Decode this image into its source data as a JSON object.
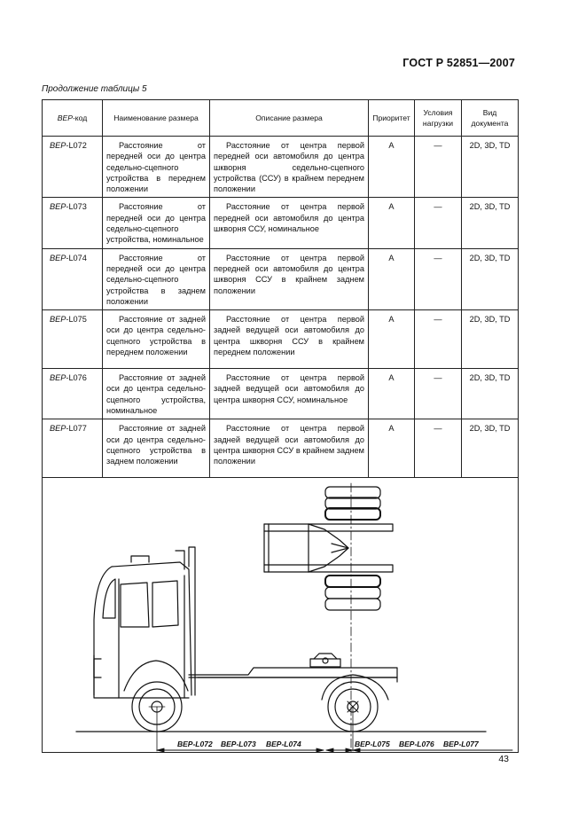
{
  "header": {
    "standard": "ГОСТ Р 52851—2007"
  },
  "caption": "Продолжение таблицы 5",
  "table": {
    "columns": {
      "code_prefix": "BEP",
      "code_suffix": "-код",
      "name": "Наименование размера",
      "description": "Описание размера",
      "priority": "Приоритет",
      "load": "Условия нагрузки",
      "doc": "Вид документа"
    },
    "rows": [
      {
        "code_prefix": "BEP",
        "code_suffix": "-L072",
        "name": "Расстояние от передней оси до центра седельно-сцепного устройства в переднем положении",
        "description": "Расстояние от центра первой передней оси автомобиля до центра шкворня седельно-сцепного устройства (ССУ) в крайнем переднем положении",
        "priority": "A",
        "load": "—",
        "doc": "2D, 3D, TD"
      },
      {
        "code_prefix": "BEP",
        "code_suffix": "-L073",
        "name": "Расстояние от передней оси до центра седельно-сцепного устройства, номинальное",
        "description": "Расстояние от центра первой передней оси автомобиля до центра шкворня ССУ, номинальное",
        "priority": "A",
        "load": "—",
        "doc": "2D, 3D, TD"
      },
      {
        "code_prefix": "BEP",
        "code_suffix": "-L074",
        "name": "Расстояние от передней оси до центра седельно-сцепного устройства в заднем положении",
        "description": "Расстояние от центра первой передней оси автомобиля до центра шкворня ССУ в крайнем заднем положении",
        "priority": "A",
        "load": "—",
        "doc": "2D, 3D, TD"
      },
      {
        "code_prefix": "BEP",
        "code_suffix": "-L075",
        "name": "Расстояние от задней оси до центра седельно-сцепного устройства в переднем положении",
        "description": "Расстояние от центра первой задней ведущей оси автомобиля до центра шкворня ССУ в крайнем переднем положении",
        "priority": "A",
        "load": "—",
        "doc": "2D, 3D, TD"
      },
      {
        "code_prefix": "BEP",
        "code_suffix": "-L076",
        "name": "Расстояние от задней оси до центра седельно-сцепного устройства, номинальное",
        "description": "Расстояние от центра первой задней ведущей оси автомобиля до центра шкворня ССУ, номинальное",
        "priority": "A",
        "load": "—",
        "doc": "2D, 3D, TD"
      },
      {
        "code_prefix": "BEP",
        "code_suffix": "-L077",
        "name": "Расстояние от задней оси до центра седельно-сцепного устройства в заднем положении",
        "description": "Расстояние от центра первой задней ведущей оси автомобиля до центра шкворня ССУ в крайнем заднем положении",
        "priority": "A",
        "load": "—",
        "doc": "2D, 3D, TD"
      }
    ]
  },
  "figure": {
    "dim_labels_front": [
      "BEP-L072",
      "BEP-L073",
      "BEP-L074"
    ],
    "dim_labels_rear": [
      "BEP-L075",
      "BEP-L076",
      "BEP-L077"
    ]
  },
  "page_number": "43"
}
